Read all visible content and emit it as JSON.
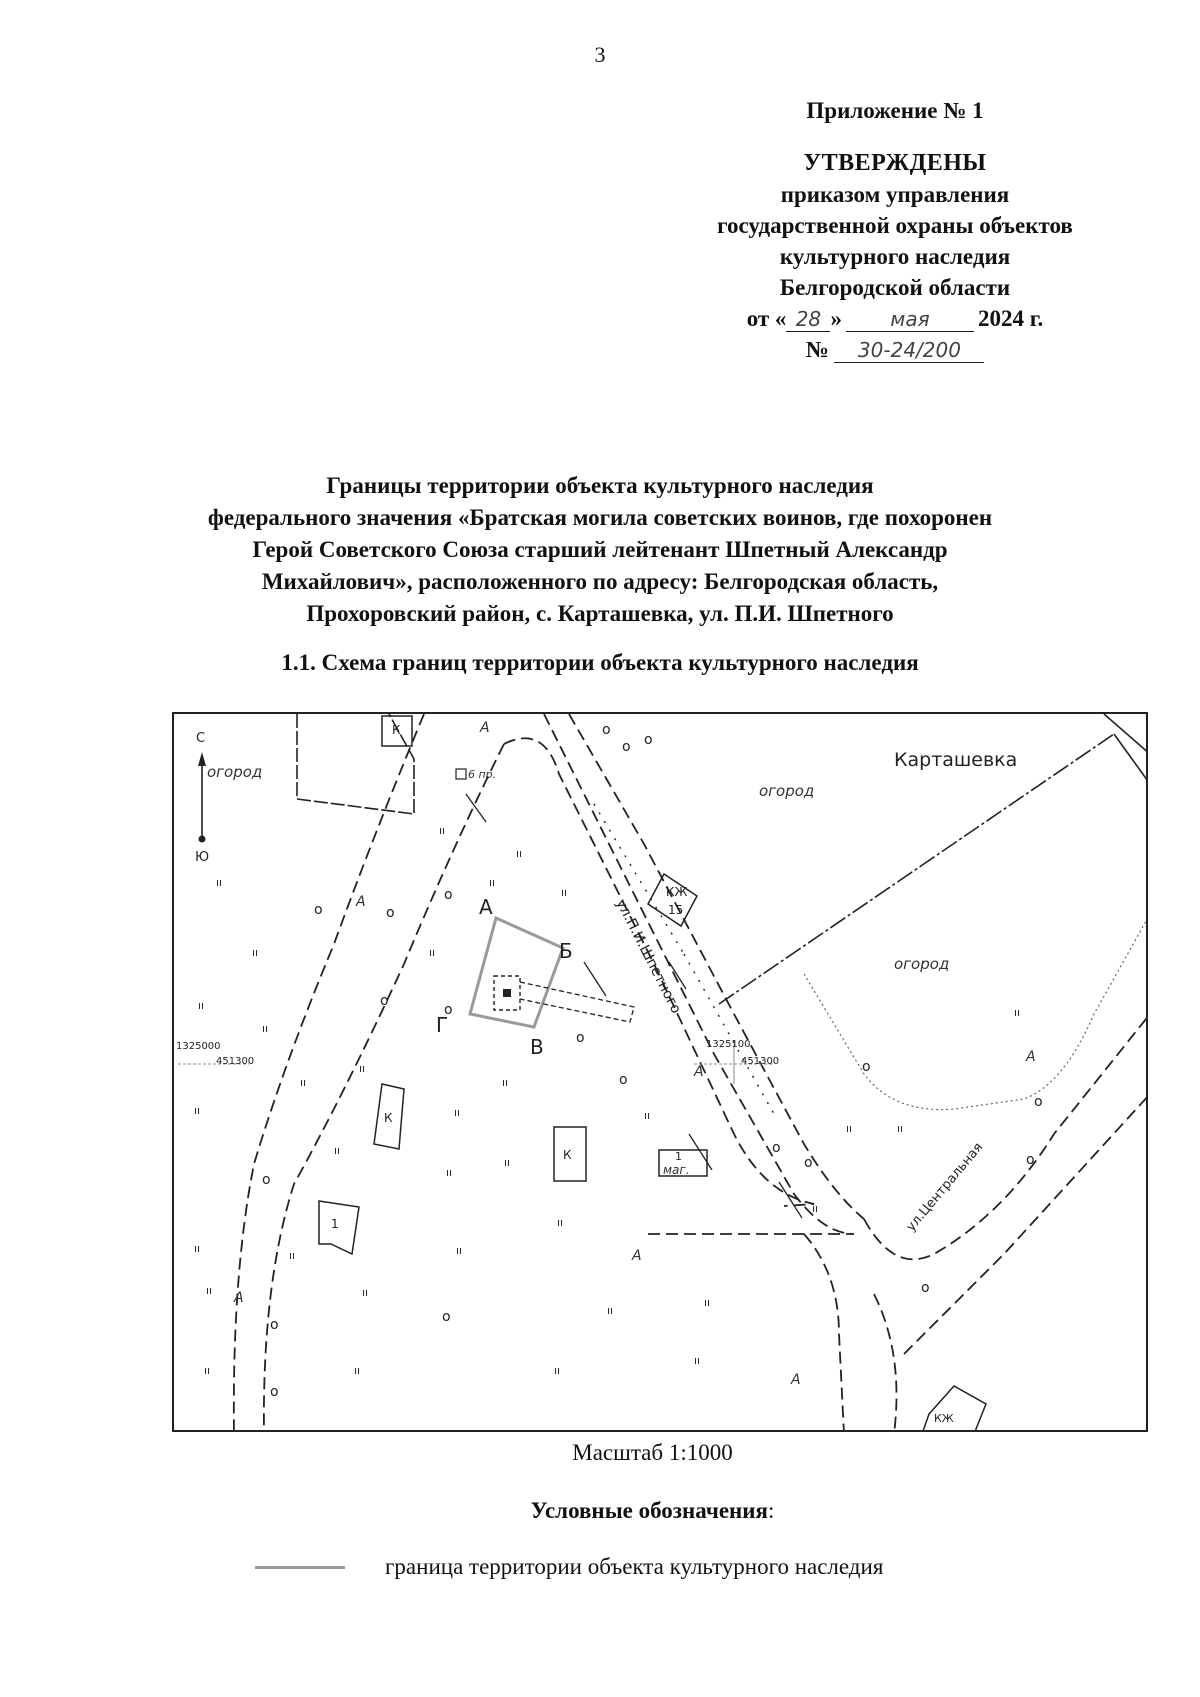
{
  "page_number": "3",
  "approval": {
    "appendix": "Приложение № 1",
    "approved": "УТВЕРЖДЕНЫ",
    "lines": [
      "приказом управления",
      "государственной охраны объектов",
      "культурного наследия",
      "Белгородской области"
    ],
    "date_prefix": "от «",
    "date_day": "28",
    "date_quote_close": "»",
    "date_month": "мая",
    "date_year": "2024 г.",
    "number_prefix": "№",
    "number_value": "30-24/200"
  },
  "title_lines": [
    "Границы территории объекта культурного наследия",
    "федерального значения «Братская могила советских воинов, где похоронен",
    "Герой Советского Союза старший лейтенант Шпетный Александр",
    "Михайлович», расположенного по адресу: Белгородская область,",
    "Прохоровский район, с. Карташевка, ул. П.И. Шпетного"
  ],
  "section_heading": "1.1. Схема границ территории объекта культурного наследия",
  "map": {
    "village": "Карташевка",
    "compass_north": "С",
    "compass_south": "Ю",
    "garden_label": "огород",
    "street_1": "ул.П.И.Шпетного",
    "street_2": "ул.Центральная",
    "monument_note": "6 пр.",
    "boundary_points": [
      "А",
      "Б",
      "В",
      "Г"
    ],
    "zone_marker": "А",
    "building_k": "К",
    "building_kzh": "КЖ",
    "house_number": "15",
    "building_one": "1",
    "shop_label": "маг.",
    "grid_x_left": "1325000",
    "grid_y_left": "451300",
    "grid_x_right": "1325100",
    "grid_y_right": "451300",
    "tree_symbol": "о",
    "grass_symbol": "ıı"
  },
  "scale": "Масштаб 1:1000",
  "legend": {
    "title": "Условные обозначения",
    "colon": ":",
    "items": [
      {
        "label": "граница территории объекта культурного наследия",
        "color": "#9a9a9a"
      }
    ]
  }
}
